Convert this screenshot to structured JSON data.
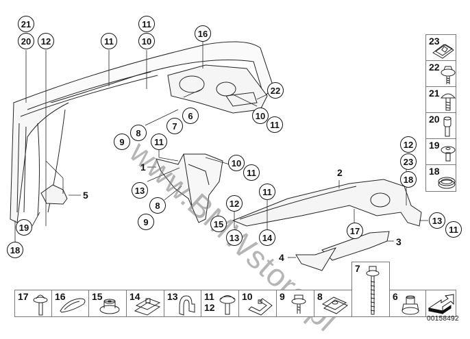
{
  "diagram": {
    "type": "parts-exploded-view",
    "reference_id": "00158492",
    "watermark": "www.BMWstore.pl",
    "callouts": [
      {
        "id": "c21a",
        "label": "21"
      },
      {
        "id": "c20a",
        "label": "20"
      },
      {
        "id": "c12a",
        "label": "12"
      },
      {
        "id": "c11a",
        "label": "11"
      },
      {
        "id": "c11b",
        "label": "11"
      },
      {
        "id": "c10a",
        "label": "10"
      },
      {
        "id": "c16a",
        "label": "16"
      },
      {
        "id": "c22a",
        "label": "22"
      },
      {
        "id": "c10b",
        "label": "10"
      },
      {
        "id": "c11c",
        "label": "11"
      },
      {
        "id": "c6a",
        "label": "6"
      },
      {
        "id": "c7a",
        "label": "7"
      },
      {
        "id": "c8a",
        "label": "8"
      },
      {
        "id": "c9a",
        "label": "9"
      },
      {
        "id": "c11d",
        "label": "11"
      },
      {
        "id": "c10c",
        "label": "10"
      },
      {
        "id": "c11e",
        "label": "11"
      },
      {
        "id": "c13a",
        "label": "13"
      },
      {
        "id": "c8b",
        "label": "8"
      },
      {
        "id": "c9b",
        "label": "9"
      },
      {
        "id": "c15a",
        "label": "15"
      },
      {
        "id": "c12b",
        "label": "12"
      },
      {
        "id": "c13b",
        "label": "13"
      },
      {
        "id": "c11f",
        "label": "11"
      },
      {
        "id": "c14a",
        "label": "14"
      },
      {
        "id": "c17a",
        "label": "17"
      },
      {
        "id": "c12c",
        "label": "12"
      },
      {
        "id": "c23a",
        "label": "23"
      },
      {
        "id": "c18a",
        "label": "18"
      },
      {
        "id": "c13c",
        "label": "13"
      },
      {
        "id": "c11g",
        "label": "11"
      },
      {
        "id": "c19a",
        "label": "19"
      },
      {
        "id": "c18b",
        "label": "18"
      }
    ],
    "part_labels": [
      {
        "id": "p1",
        "label": "1"
      },
      {
        "id": "p2",
        "label": "2"
      },
      {
        "id": "p3",
        "label": "3"
      },
      {
        "id": "p4",
        "label": "4"
      },
      {
        "id": "p5",
        "label": "5"
      }
    ]
  },
  "legend_right": [
    {
      "number": "23",
      "part": "clip-nut"
    },
    {
      "number": "22",
      "part": "hex-bolt-with-washer"
    },
    {
      "number": "21",
      "part": "round-head-screw"
    },
    {
      "number": "20",
      "part": "socket-bolt"
    },
    {
      "number": "19",
      "part": "torx-screw"
    },
    {
      "number": "18",
      "part": "grommet-ring"
    }
  ],
  "legend_bottom": [
    {
      "number": "17",
      "number2": "",
      "part": "screw-with-washer"
    },
    {
      "number": "16",
      "number2": "",
      "part": "expanding-clip"
    },
    {
      "number": "15",
      "number2": "",
      "part": "hex-nut-with-washer"
    },
    {
      "number": "14",
      "number2": "",
      "part": "clip-nut"
    },
    {
      "number": "13",
      "number2": "",
      "part": "bracket-clamp"
    },
    {
      "number": "11",
      "number2": "12",
      "part": "round-head-screw"
    },
    {
      "number": "10",
      "number2": "",
      "part": "spring-nut"
    },
    {
      "number": "9",
      "number2": "",
      "part": "hex-screw"
    },
    {
      "number": "8",
      "number2": "",
      "part": "clip-nut"
    },
    {
      "number": "7",
      "number2": "",
      "part": "long-threaded-bolt"
    },
    {
      "number": "6",
      "number2": "",
      "part": "expansion-nut"
    },
    {
      "number": "",
      "number2": "",
      "part": "direction-arrow"
    }
  ]
}
